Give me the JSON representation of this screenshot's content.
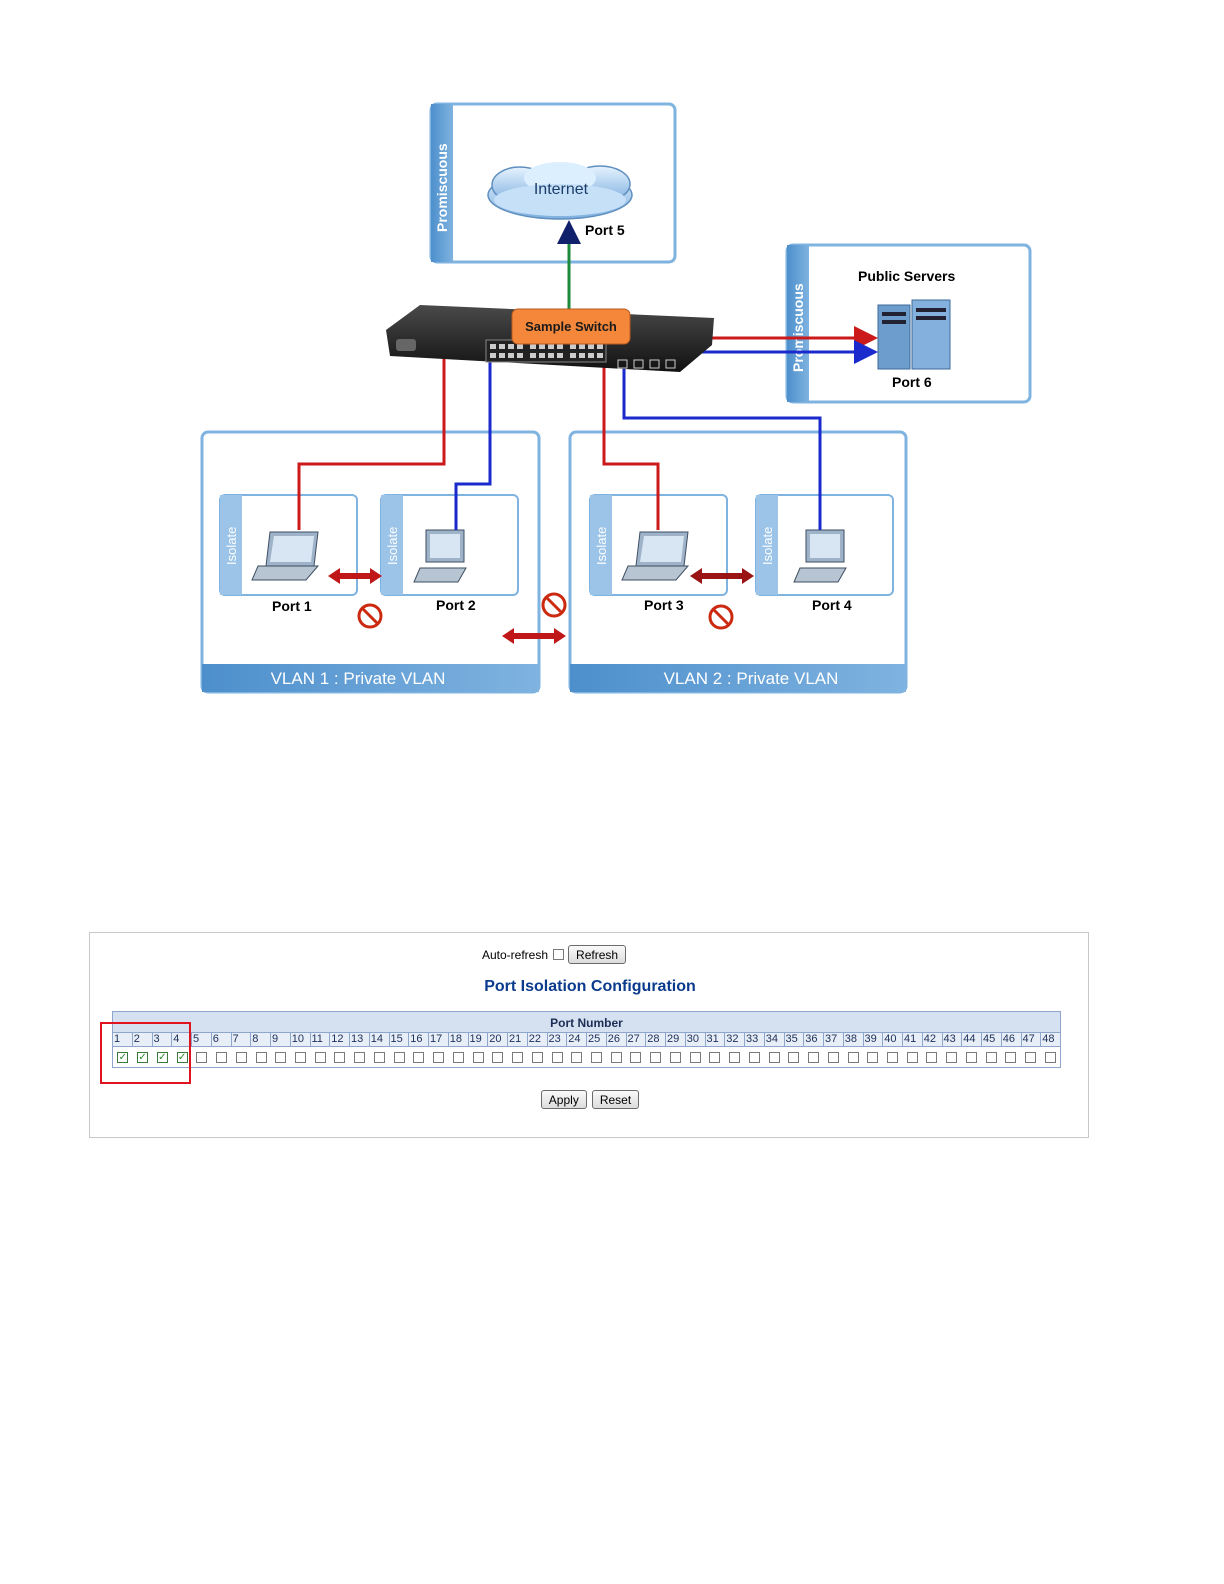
{
  "diagram": {
    "internet_label": "Internet",
    "port5": "Port 5",
    "switch_label": "Sample Switch",
    "promiscuous_left": "Promiscuous",
    "promiscuous_right": "Promiscuous",
    "public_servers": "Public Servers",
    "port6": "Port 6",
    "isolate": "Isolate",
    "port1": "Port 1",
    "port2": "Port 2",
    "port3": "Port 3",
    "port4": "Port 4",
    "vlan1": "VLAN 1 : Private VLAN",
    "vlan2": "VLAN 2 : Private VLAN",
    "colors": {
      "red_link": "#cc1a1a",
      "blue_link": "#1a2acc",
      "green_link": "#1c8a3a",
      "frame": "#5b9bd5",
      "switch_badge": "#f5873b"
    }
  },
  "ui": {
    "auto_refresh_label": "Auto-refresh",
    "refresh_button": "Refresh",
    "title": "Port Isolation Configuration",
    "port_number_header": "Port Number",
    "ports": [
      "1",
      "2",
      "3",
      "4",
      "5",
      "6",
      "7",
      "8",
      "9",
      "10",
      "11",
      "12",
      "13",
      "14",
      "15",
      "16",
      "17",
      "18",
      "19",
      "20",
      "21",
      "22",
      "23",
      "24",
      "25",
      "26",
      "27",
      "28",
      "29",
      "30",
      "31",
      "32",
      "33",
      "34",
      "35",
      "36",
      "37",
      "38",
      "39",
      "40",
      "41",
      "42",
      "43",
      "44",
      "45",
      "46",
      "47",
      "48"
    ],
    "checked_ports": [
      "1",
      "2",
      "3",
      "4"
    ],
    "apply_button": "Apply",
    "reset_button": "Reset"
  }
}
